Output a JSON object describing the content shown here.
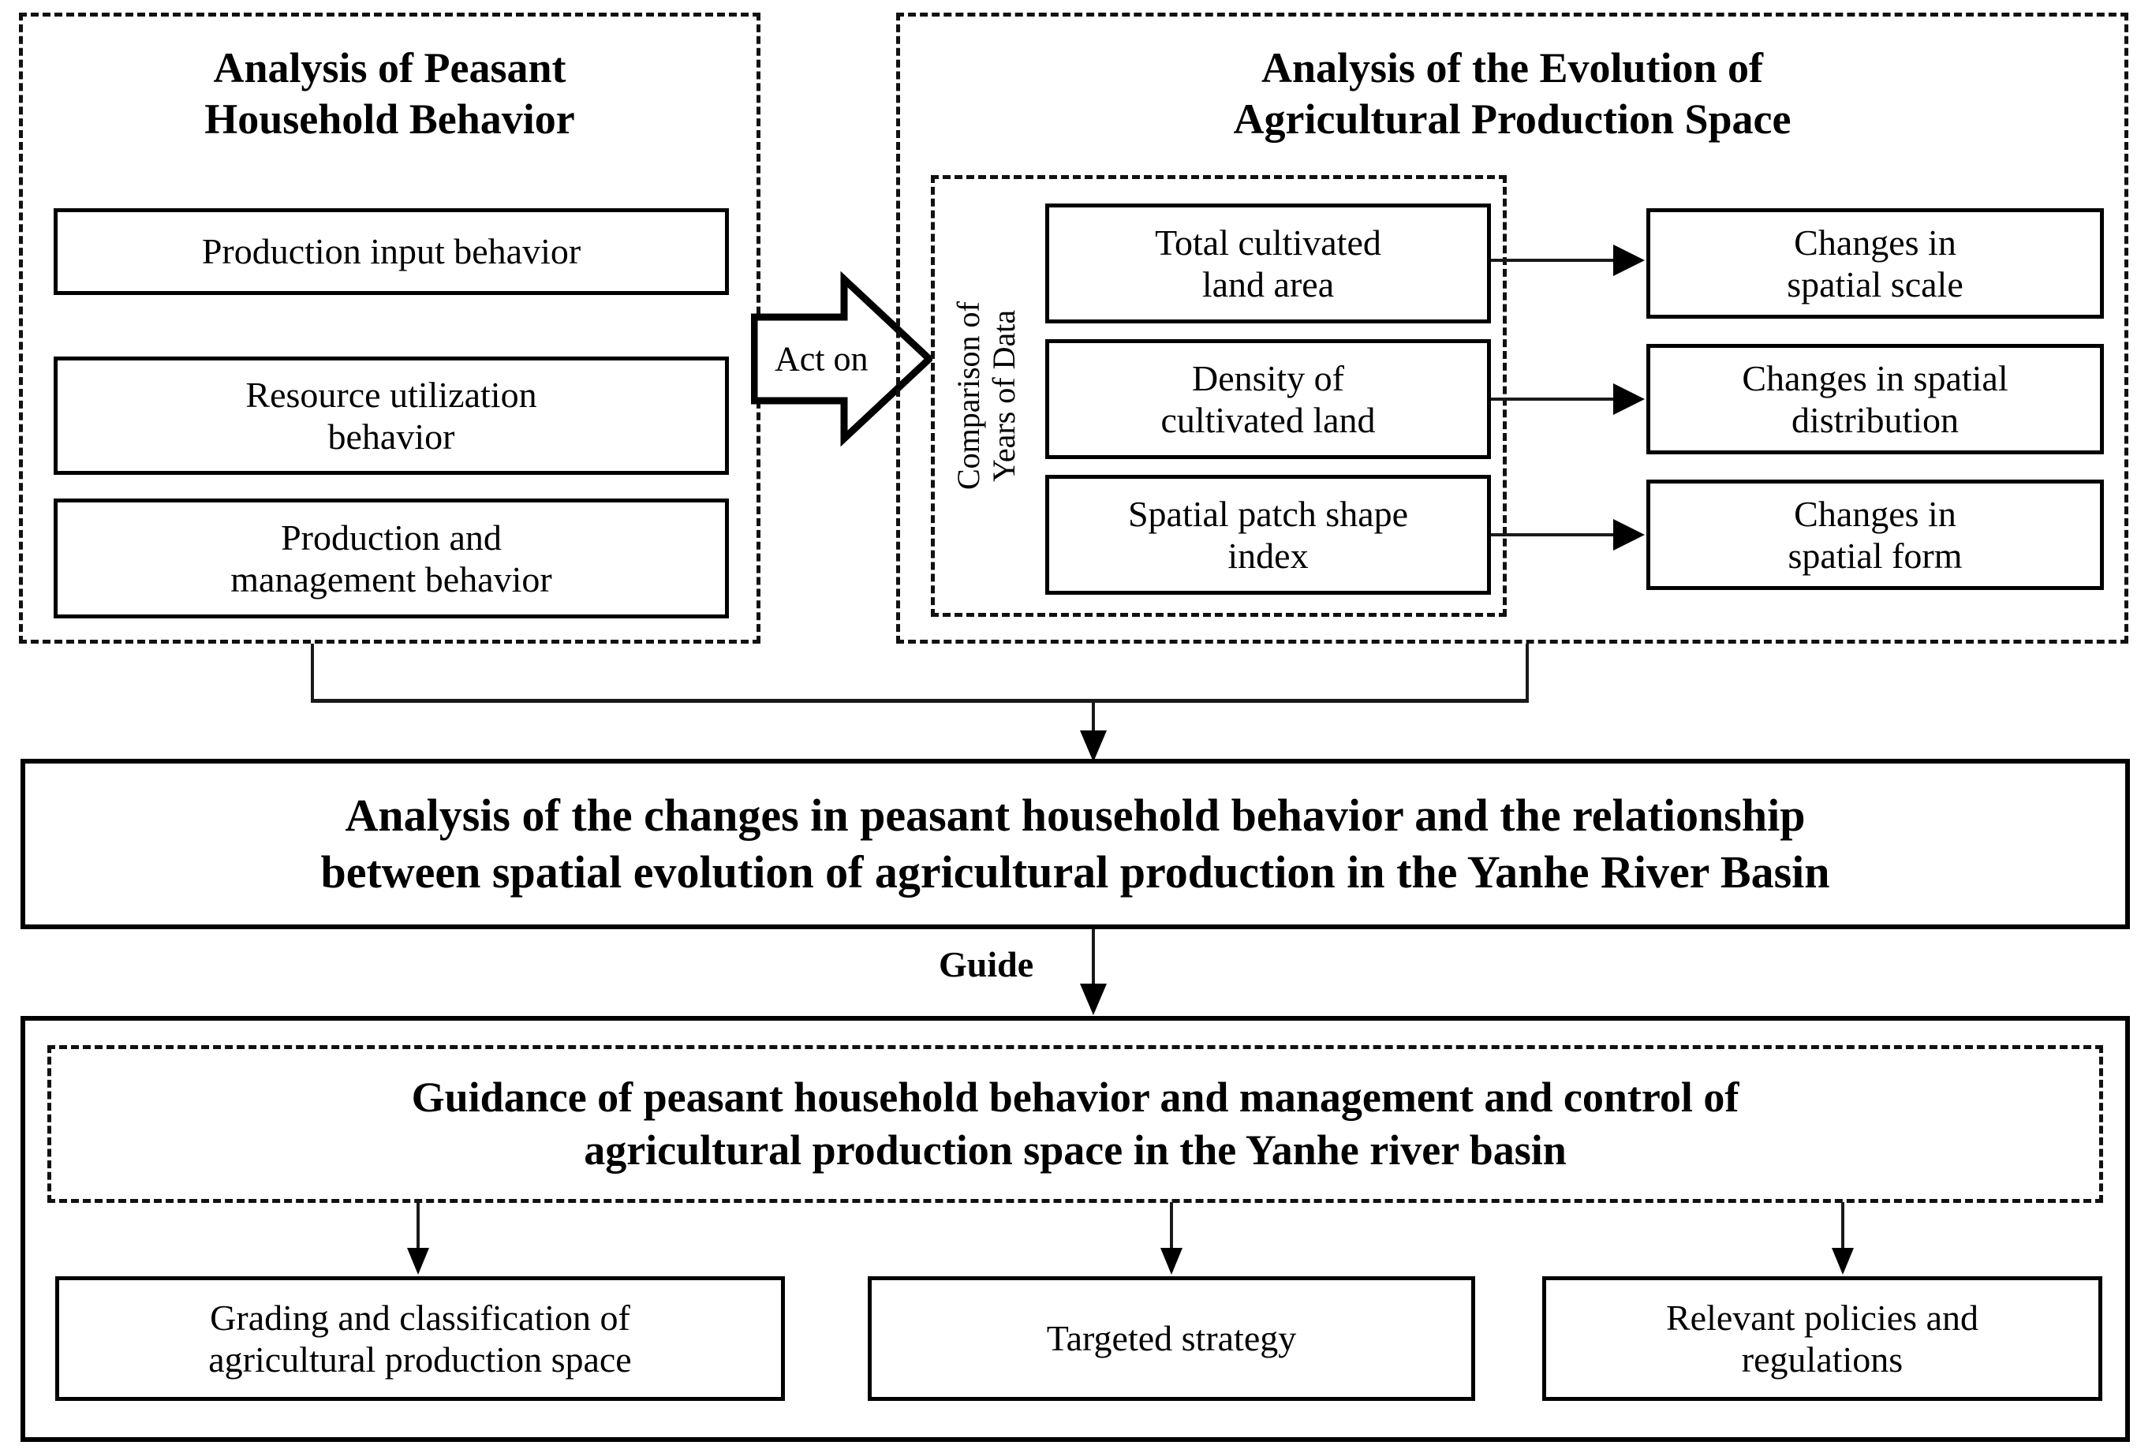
{
  "figure": {
    "kind": "research-framework-flowchart",
    "orientation": "top-to-bottom"
  },
  "left_panel": {
    "heading": "Analysis of Peasant\nHousehold Behavior",
    "heading_line1": "Analysis of Peasant",
    "heading_line2": "Household Behavior",
    "items": [
      {
        "label": "Production input behavior"
      },
      {
        "label": "Resource utilization\nbehavior"
      },
      {
        "label": "Production and\nmanagement behavior"
      }
    ]
  },
  "connector_act_on": {
    "label": "Act on"
  },
  "right_panel": {
    "heading_line1": "Analysis of the Evolution of",
    "heading_line2": "Agricultural Production Space",
    "group_label": "Comparison of\nYears of Data",
    "metrics": [
      {
        "label": "Total cultivated\nland area"
      },
      {
        "label": "Density of\ncultivated land"
      },
      {
        "label": "Spatial patch shape\nindex"
      }
    ],
    "outcomes": [
      {
        "label": "Changes in\nspatial scale"
      },
      {
        "label": "Changes in spatial\ndistribution"
      },
      {
        "label": "Changes in\nspatial form"
      }
    ]
  },
  "middle_box": {
    "line1": "Analysis of the changes in peasant household behavior and  the relationship",
    "line2": "between spatial evolution of agricultural production in the Yanhe River Basin"
  },
  "guide_connector": {
    "label": "Guide"
  },
  "bottom_panel": {
    "heading_line1": "Guidance of peasant household behavior and management and control of",
    "heading_line2": "agricultural production space in the Yanhe river basin",
    "outputs": [
      {
        "label": "Grading and classification of\nagricultural production space"
      },
      {
        "label": "Targeted strategy"
      },
      {
        "label": "Relevant policies and\nregulations"
      }
    ]
  },
  "colors": {
    "ink": "#000000",
    "line": "#1a1a1a",
    "background": "#ffffff"
  }
}
